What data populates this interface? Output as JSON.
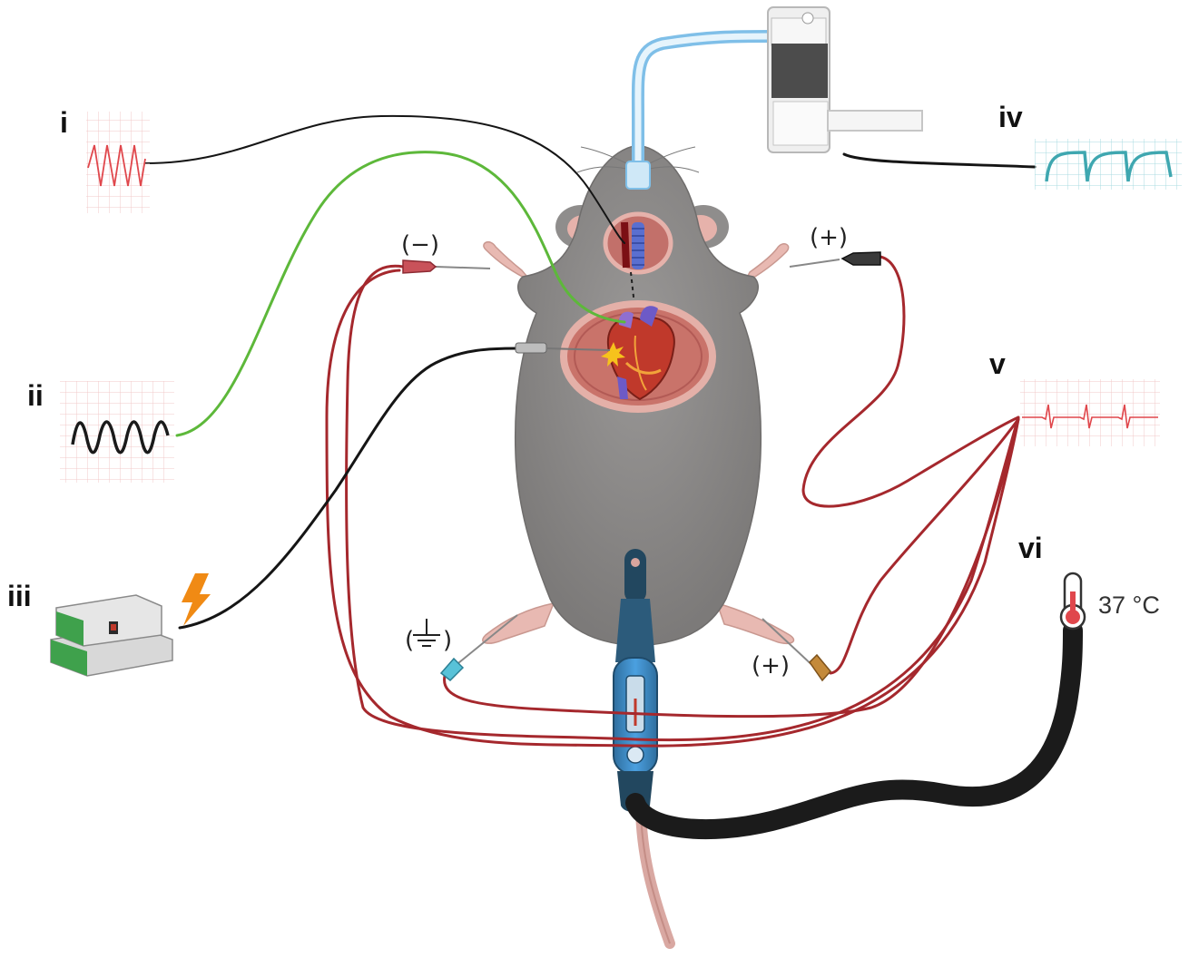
{
  "labels": {
    "i": "i",
    "ii": "ii",
    "iii": "iii",
    "iv": "iv",
    "v": "v",
    "vi": "vi"
  },
  "electrodes": {
    "left_arm": "(−)",
    "right_arm": "(+)",
    "right_leg": "(+)"
  },
  "temperature": "37 °C",
  "colors": {
    "wire_ecg": "#a5282d",
    "wire_black": "#151515",
    "wire_green": "#5db83a",
    "grid_red": "#f2c9c9",
    "grid_teal": "#a9dbe0",
    "trace_red": "#e0474c",
    "trace_teal": "#3fa7b0",
    "mouse_fur": "#8f8d8c",
    "probe_blue": "#3f8fd3",
    "lightning": "#f08a14"
  },
  "icons": [
    "pressure-trace-icon",
    "pacing-trace-icon",
    "stimulator-device-icon",
    "lightning-icon",
    "ventilator-icon",
    "respiratory-trace-icon",
    "ecg-trace-icon",
    "thermometer-icon",
    "ground-symbol-icon",
    "mouse-illustration",
    "heart-icon",
    "rectal-probe-icon"
  ]
}
